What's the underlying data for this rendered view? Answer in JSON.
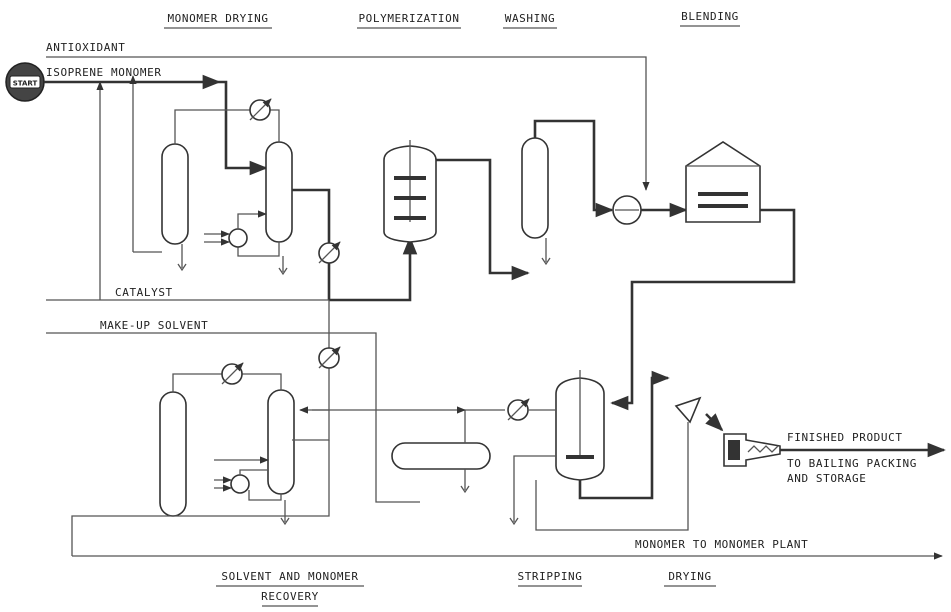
{
  "sections": {
    "monomer_drying": "MONOMER DRYING",
    "polymerization": "POLYMERIZATION",
    "washing": "WASHING",
    "blending": "BLENDING",
    "solvent_recovery_1": "SOLVENT AND MONOMER",
    "solvent_recovery_2": "RECOVERY",
    "stripping": "STRIPPING",
    "drying": "DRYING"
  },
  "streams": {
    "antioxidant": "ANTIOXIDANT",
    "isoprene": "ISOPRENE MONOMER",
    "catalyst": "CATALYST",
    "makeup_solvent": "MAKE-UP SOLVENT",
    "finished_product": "FINISHED PRODUCT",
    "bailing_1": "TO BAILING PACKING",
    "bailing_2": "AND STORAGE",
    "monomer_to_plant": "MONOMER TO MONOMER PLANT"
  },
  "start_badge": "START"
}
